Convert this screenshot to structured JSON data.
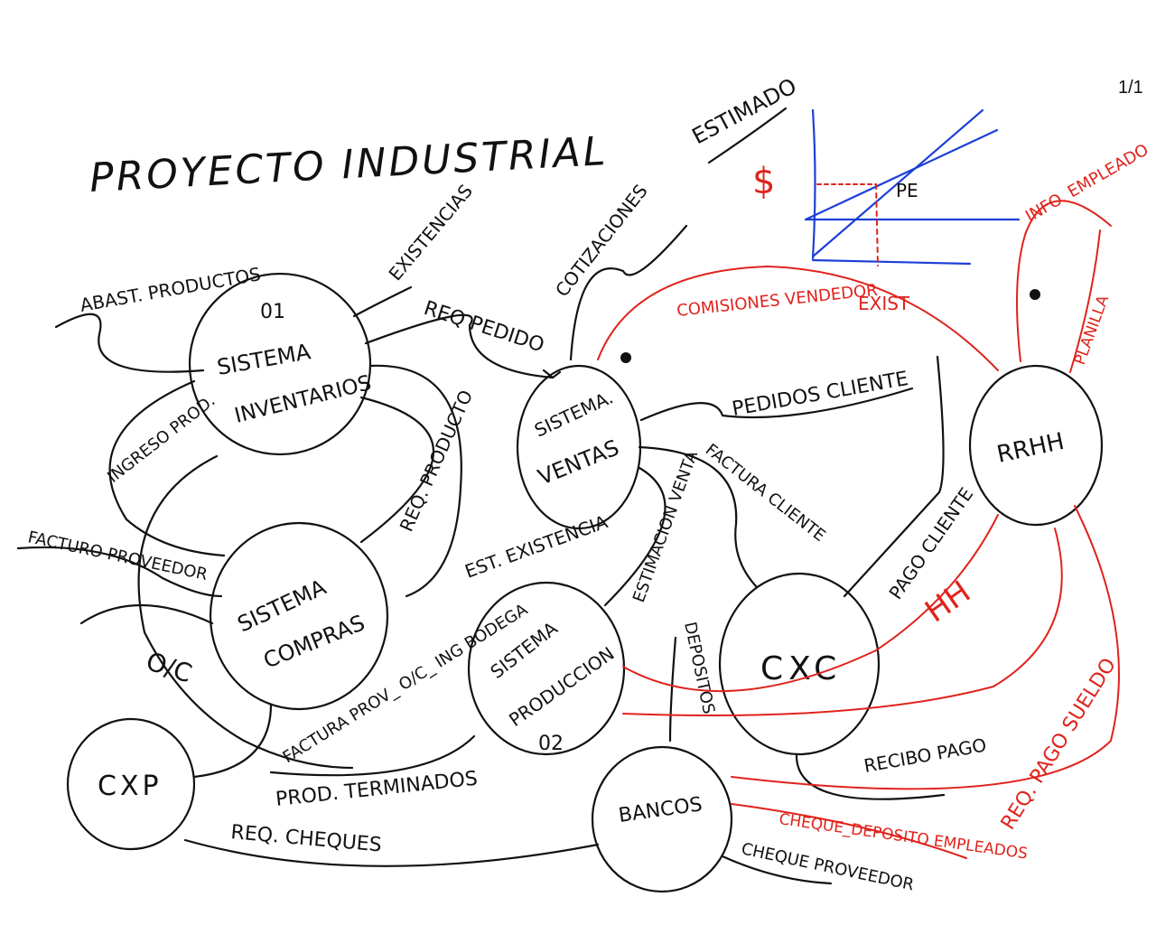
{
  "page_number": "1/1",
  "title": "PROYECTO INDUSTRIAL",
  "chart_annotation": {
    "estimado": "ESTIMADO",
    "currency": "$",
    "pe": "PE",
    "exist": "EXIST"
  },
  "nodes": {
    "inventarios": {
      "id": "01",
      "line1": "SISTEMA",
      "line2": "INVENTARIOS"
    },
    "ventas": {
      "line1": "SISTEMA.",
      "line2": "VENTAS"
    },
    "compras": {
      "line1": "SISTEMA",
      "line2": "COMPRAS"
    },
    "produccion": {
      "line1": "SISTEMA",
      "line2": "PRODUCCION",
      "id": "02"
    },
    "cxc": {
      "label": "CXC"
    },
    "cxp": {
      "label": "CXP"
    },
    "bancos": {
      "label": "BANCOS"
    },
    "rrhh": {
      "label": "RRHH"
    }
  },
  "flows": {
    "abast_productos": "ABAST. PRODUCTOS",
    "existencias": "EXISTENCIAS",
    "req_pedido_1": "REQ PEDIDO",
    "cotizaciones": "COTIZACIONES",
    "ingreso_prod": "INGRESO PROD.",
    "req_producto": "REQ. PRODUCTO",
    "factura_proveedor": "FACTURO PROVEEDOR",
    "o_c": "O/C",
    "factura_prov_oc": "FACTURA PROV_ O/C_ ING BODEGA",
    "est_existencia": "EST. EXISTENCIA",
    "estimacion_venta": "ESTIMACION VENTA",
    "pedidos_cliente": "PEDIDOS CLIENTE",
    "factura_cliente": "FACTURA CLIENTE",
    "pago_cliente": "PAGO CLIENTE",
    "depositos": "DEPOSITOS",
    "prod_terminados": "PROD. TERMINADOS",
    "req_cheques": "REQ. CHEQUES",
    "recibo_pago": "RECIBO PAGO",
    "cheque_proveedor": "CHEQUE PROVEEDOR"
  },
  "red_flows": {
    "comisiones_vendedor": "COMISIONES VENDEDOR",
    "info_empleado": "INFO. EMPLEADO",
    "planilla": "PLANILLA",
    "hh": "HH",
    "req_pago_sueldo": "REQ. PAGO SUELDO",
    "cheque_deposito_empleados": "CHEQUE_DEPOSITO EMPLEADOS"
  },
  "colors": {
    "ink": "#111111",
    "red": "#e0231c",
    "blue": "#1d3fd6"
  }
}
